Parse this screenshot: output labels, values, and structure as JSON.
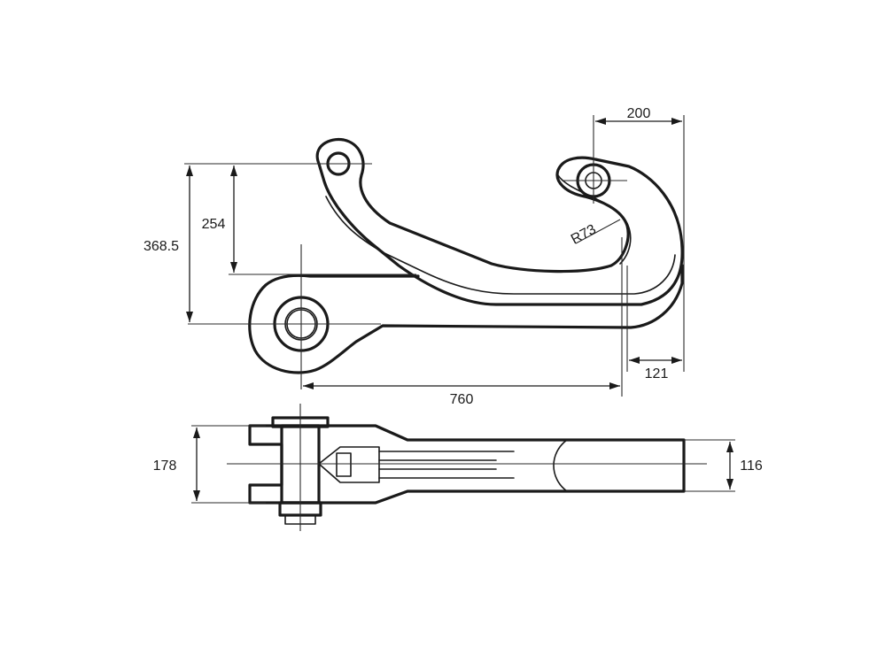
{
  "drawing": {
    "colors": {
      "line": "#1a1a1a",
      "background": "#ffffff"
    },
    "dimensions": {
      "width_top": "200",
      "height_overall": "368.5",
      "height_upper": "254",
      "radius": "R73",
      "length_main": "760",
      "offset_right": "121",
      "width_bottom": "178",
      "shank_width": "116"
    }
  }
}
